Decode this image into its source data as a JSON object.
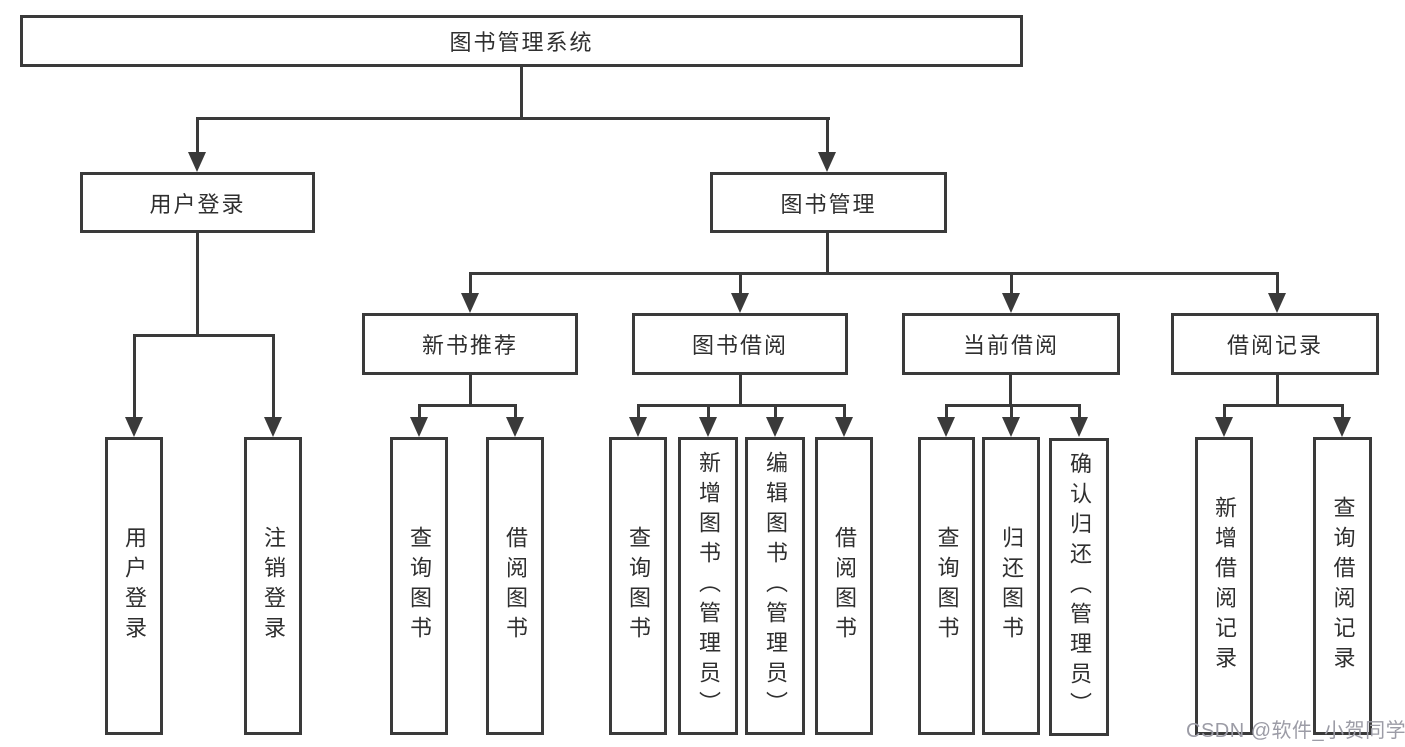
{
  "diagram": {
    "root": {
      "label": "图书管理系统"
    },
    "branches": [
      {
        "label": "用户登录"
      },
      {
        "label": "图书管理"
      }
    ],
    "modules": [
      {
        "label": "新书推荐"
      },
      {
        "label": "图书借阅"
      },
      {
        "label": "当前借阅"
      },
      {
        "label": "借阅记录"
      }
    ],
    "leaves": [
      {
        "label": "用户登录"
      },
      {
        "label": "注销登录"
      },
      {
        "label": "查询图书"
      },
      {
        "label": "借阅图书"
      },
      {
        "label": "查询图书"
      },
      {
        "label": "新增图书（管理员）"
      },
      {
        "label": "编辑图书（管理员）"
      },
      {
        "label": "借阅图书"
      },
      {
        "label": "查询图书"
      },
      {
        "label": "归还图书"
      },
      {
        "label": "确认归还（管理员）"
      },
      {
        "label": "新增借阅记录"
      },
      {
        "label": "查询借阅记录"
      }
    ]
  },
  "watermark": {
    "text": "CSDN @软件_小贺同学"
  },
  "colors": {
    "line": "#3a3a3a",
    "text": "#2f2f2f",
    "background": "#ffffff",
    "watermark": "#9c9ca6"
  }
}
